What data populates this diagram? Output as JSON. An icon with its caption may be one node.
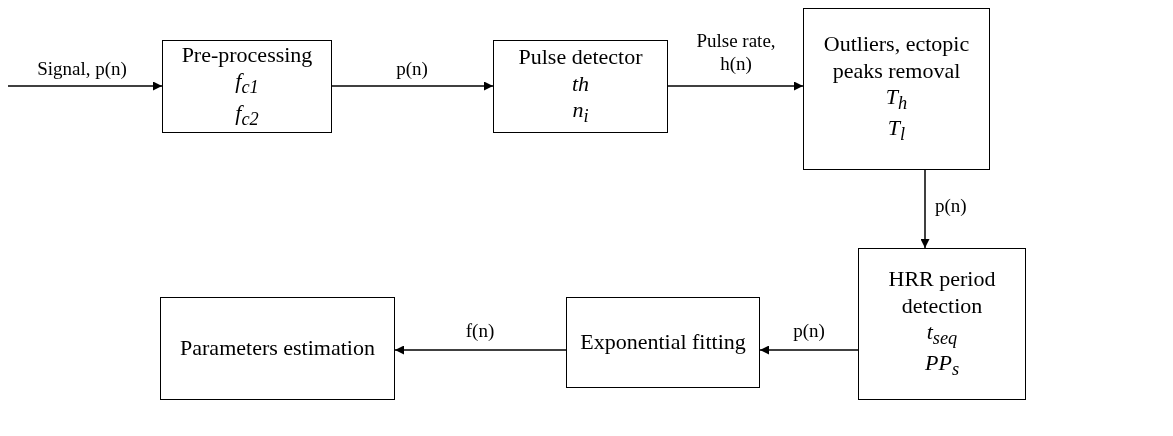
{
  "diagram": {
    "nodes": [
      {
        "text": [
          "Pre-processing",
          "f$_{c1}$",
          "f$_{c2}$"
        ]
      },
      {
        "text": [
          "Pulse detector",
          "th",
          "n$_{i}$"
        ]
      },
      {
        "text": [
          "Outliers, ectopic peaks removal",
          "T$_{h}$",
          "T$_{l}$"
        ]
      },
      {
        "text": [
          "HRR period detection",
          "t$_{seq}$",
          "PP$_{s}$"
        ]
      },
      {
        "text": [
          "Exponential fitting"
        ]
      },
      {
        "text": [
          "Parameters estimation"
        ]
      }
    ],
    "edges": [
      {
        "from": null,
        "to": 0,
        "arrow": "to",
        "label": "Signal, p(n)"
      },
      {
        "from": 0,
        "to": 1,
        "arrow": "to",
        "label": "p(n)"
      },
      {
        "from": 1,
        "to": 2,
        "arrow": "to",
        "label": "Pulse rate, h(n)"
      },
      {
        "from": 2,
        "to": 3,
        "arrow": "to",
        "label": "p(n)"
      },
      {
        "from": 3,
        "to": 4,
        "arrow": "to",
        "label": "p(n)"
      },
      {
        "from": 4,
        "to": 5,
        "arrow": "to",
        "label": "f(n)"
      }
    ]
  }
}
